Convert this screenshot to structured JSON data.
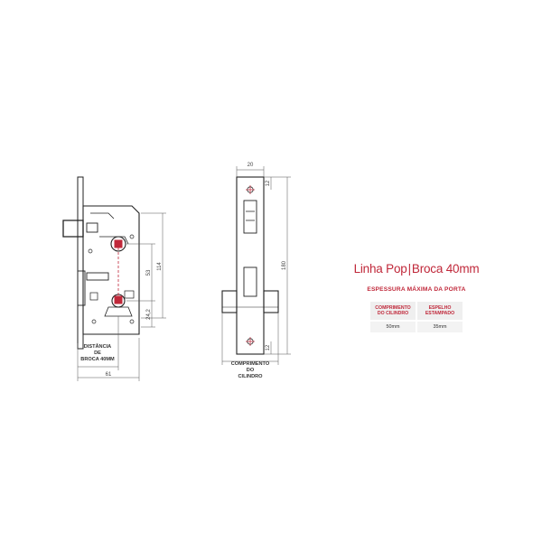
{
  "brand": {
    "line_name": "Linha Pop",
    "separator": "|",
    "spec_name": "Broca 40mm",
    "accent_color": "#c0283a"
  },
  "subtitle": "ESPESSURA MÁXIMA DA PORTA",
  "table": {
    "headers": [
      "COMPRIMENTO DO CILINDRO",
      "ESPELHO ESTAMPADO"
    ],
    "rows": [
      [
        "50mm",
        "35mm"
      ]
    ]
  },
  "drawing_labels": {
    "dim_114": "114",
    "dim_53": "53",
    "dim_24_2": "24,2",
    "dim_61": "61",
    "dim_20": "20",
    "dim_180": "180",
    "dim_12_top": "12",
    "dim_12_bottom": "12",
    "backset_caption": [
      "DISTÂNCIA",
      "DE",
      "BROCA 40MM"
    ],
    "cylinder_caption": [
      "COMPRIMENTO",
      "DO",
      "CILINDRO"
    ]
  }
}
